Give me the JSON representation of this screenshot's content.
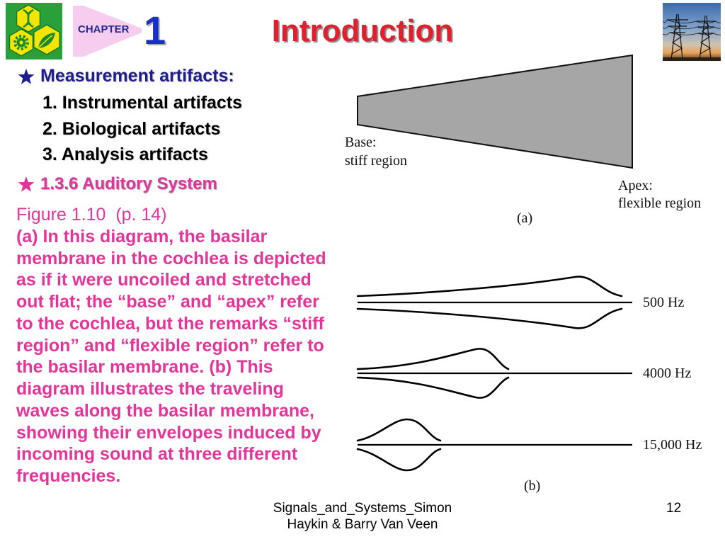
{
  "header": {
    "logo_icon": "hexagon-logo-icon",
    "chapter_label": "CHAPTER",
    "chapter_number": "1",
    "title": "Introduction",
    "photo_icon": "power-lines-photo"
  },
  "bullets": [
    {
      "icon": "star-icon",
      "text": "Measurement artifacts:",
      "subitems": [
        "1. Instrumental artifacts",
        "2. Biological artifacts",
        "3. Analysis artifacts"
      ]
    },
    {
      "icon": "star-icon",
      "text": "1.3.6 Auditory System"
    }
  ],
  "caption": {
    "heading": "Figure 1.10  (p. 14)",
    "lines": [
      "(a) In this diagram, the basilar",
      "membrane in the cochlea is depicted",
      "as if it were uncoiled and stretched",
      "out flat; the “base” and “apex” refer",
      "to the cochlea, but the remarks “stiff",
      "region” and “flexible region” refer to",
      "the basilar membrane. (b) This",
      "diagram illustrates the traveling",
      "waves along the basilar membrane,",
      "showing their envelopes induced by",
      "incoming sound at three different",
      "frequencies."
    ]
  },
  "figure": {
    "panel_a": {
      "base_label": "Base:",
      "base_note": "stiff region",
      "apex_label": "Apex:",
      "apex_note": "flexible region",
      "panel_label": "(a)"
    },
    "panel_b": {
      "traces": [
        {
          "frequency_label": "500 Hz"
        },
        {
          "frequency_label": "4000 Hz"
        },
        {
          "frequency_label": "15,000 Hz"
        }
      ],
      "panel_label": "(b)"
    }
  },
  "footer": {
    "source_line_1": "Signals_and_Systems_Simon",
    "source_line_2": "Haykin & Barry Van Veen",
    "page_number": "12"
  },
  "colors": {
    "title": "#e0202e",
    "chapter_number": "#1a2fc8",
    "chapter_label": "#1f2a9e",
    "pennant": "#f7cdef",
    "heading_blue": "#1e1e8c",
    "heading_pink": "#e0359b",
    "caption": "#e3359a",
    "logo_green": "#2aa03a",
    "logo_yellow": "#f2e600",
    "membrane_gray": "#a6a6a6"
  }
}
